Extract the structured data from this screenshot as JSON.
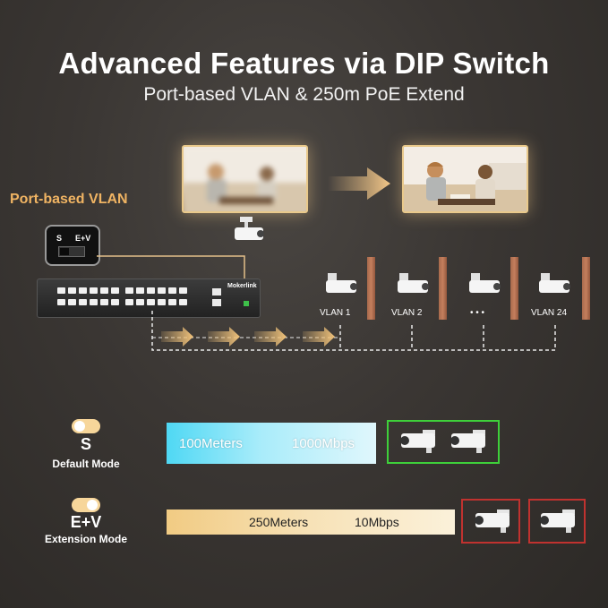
{
  "header": {
    "title": "Advanced Features via DIP Switch",
    "subtitle": "Port-based VLAN & 250m PoE Extend"
  },
  "vlan_section": {
    "heading": "Port-based VLAN",
    "dip_switch": {
      "left_label": "S",
      "right_label": "E+V"
    },
    "switch_brand": "Mokerlink",
    "vlans": [
      "VLAN 1",
      "VLAN 2",
      "• • •",
      "VLAN 24"
    ]
  },
  "modes": [
    {
      "key": "S",
      "name": "Default Mode",
      "distance": "100Meters",
      "speed": "1000Mbps",
      "accent": "#3ed03a"
    },
    {
      "key": "E+V",
      "name": "Extension Mode",
      "distance": "250Meters",
      "speed": "10Mbps",
      "accent": "#c0322f"
    }
  ],
  "colors": {
    "heading_accent": "#f0b463",
    "arrow": "#f0c27a",
    "bar_s": "#4fd8f4",
    "bar_ev": "#f1cb83"
  }
}
